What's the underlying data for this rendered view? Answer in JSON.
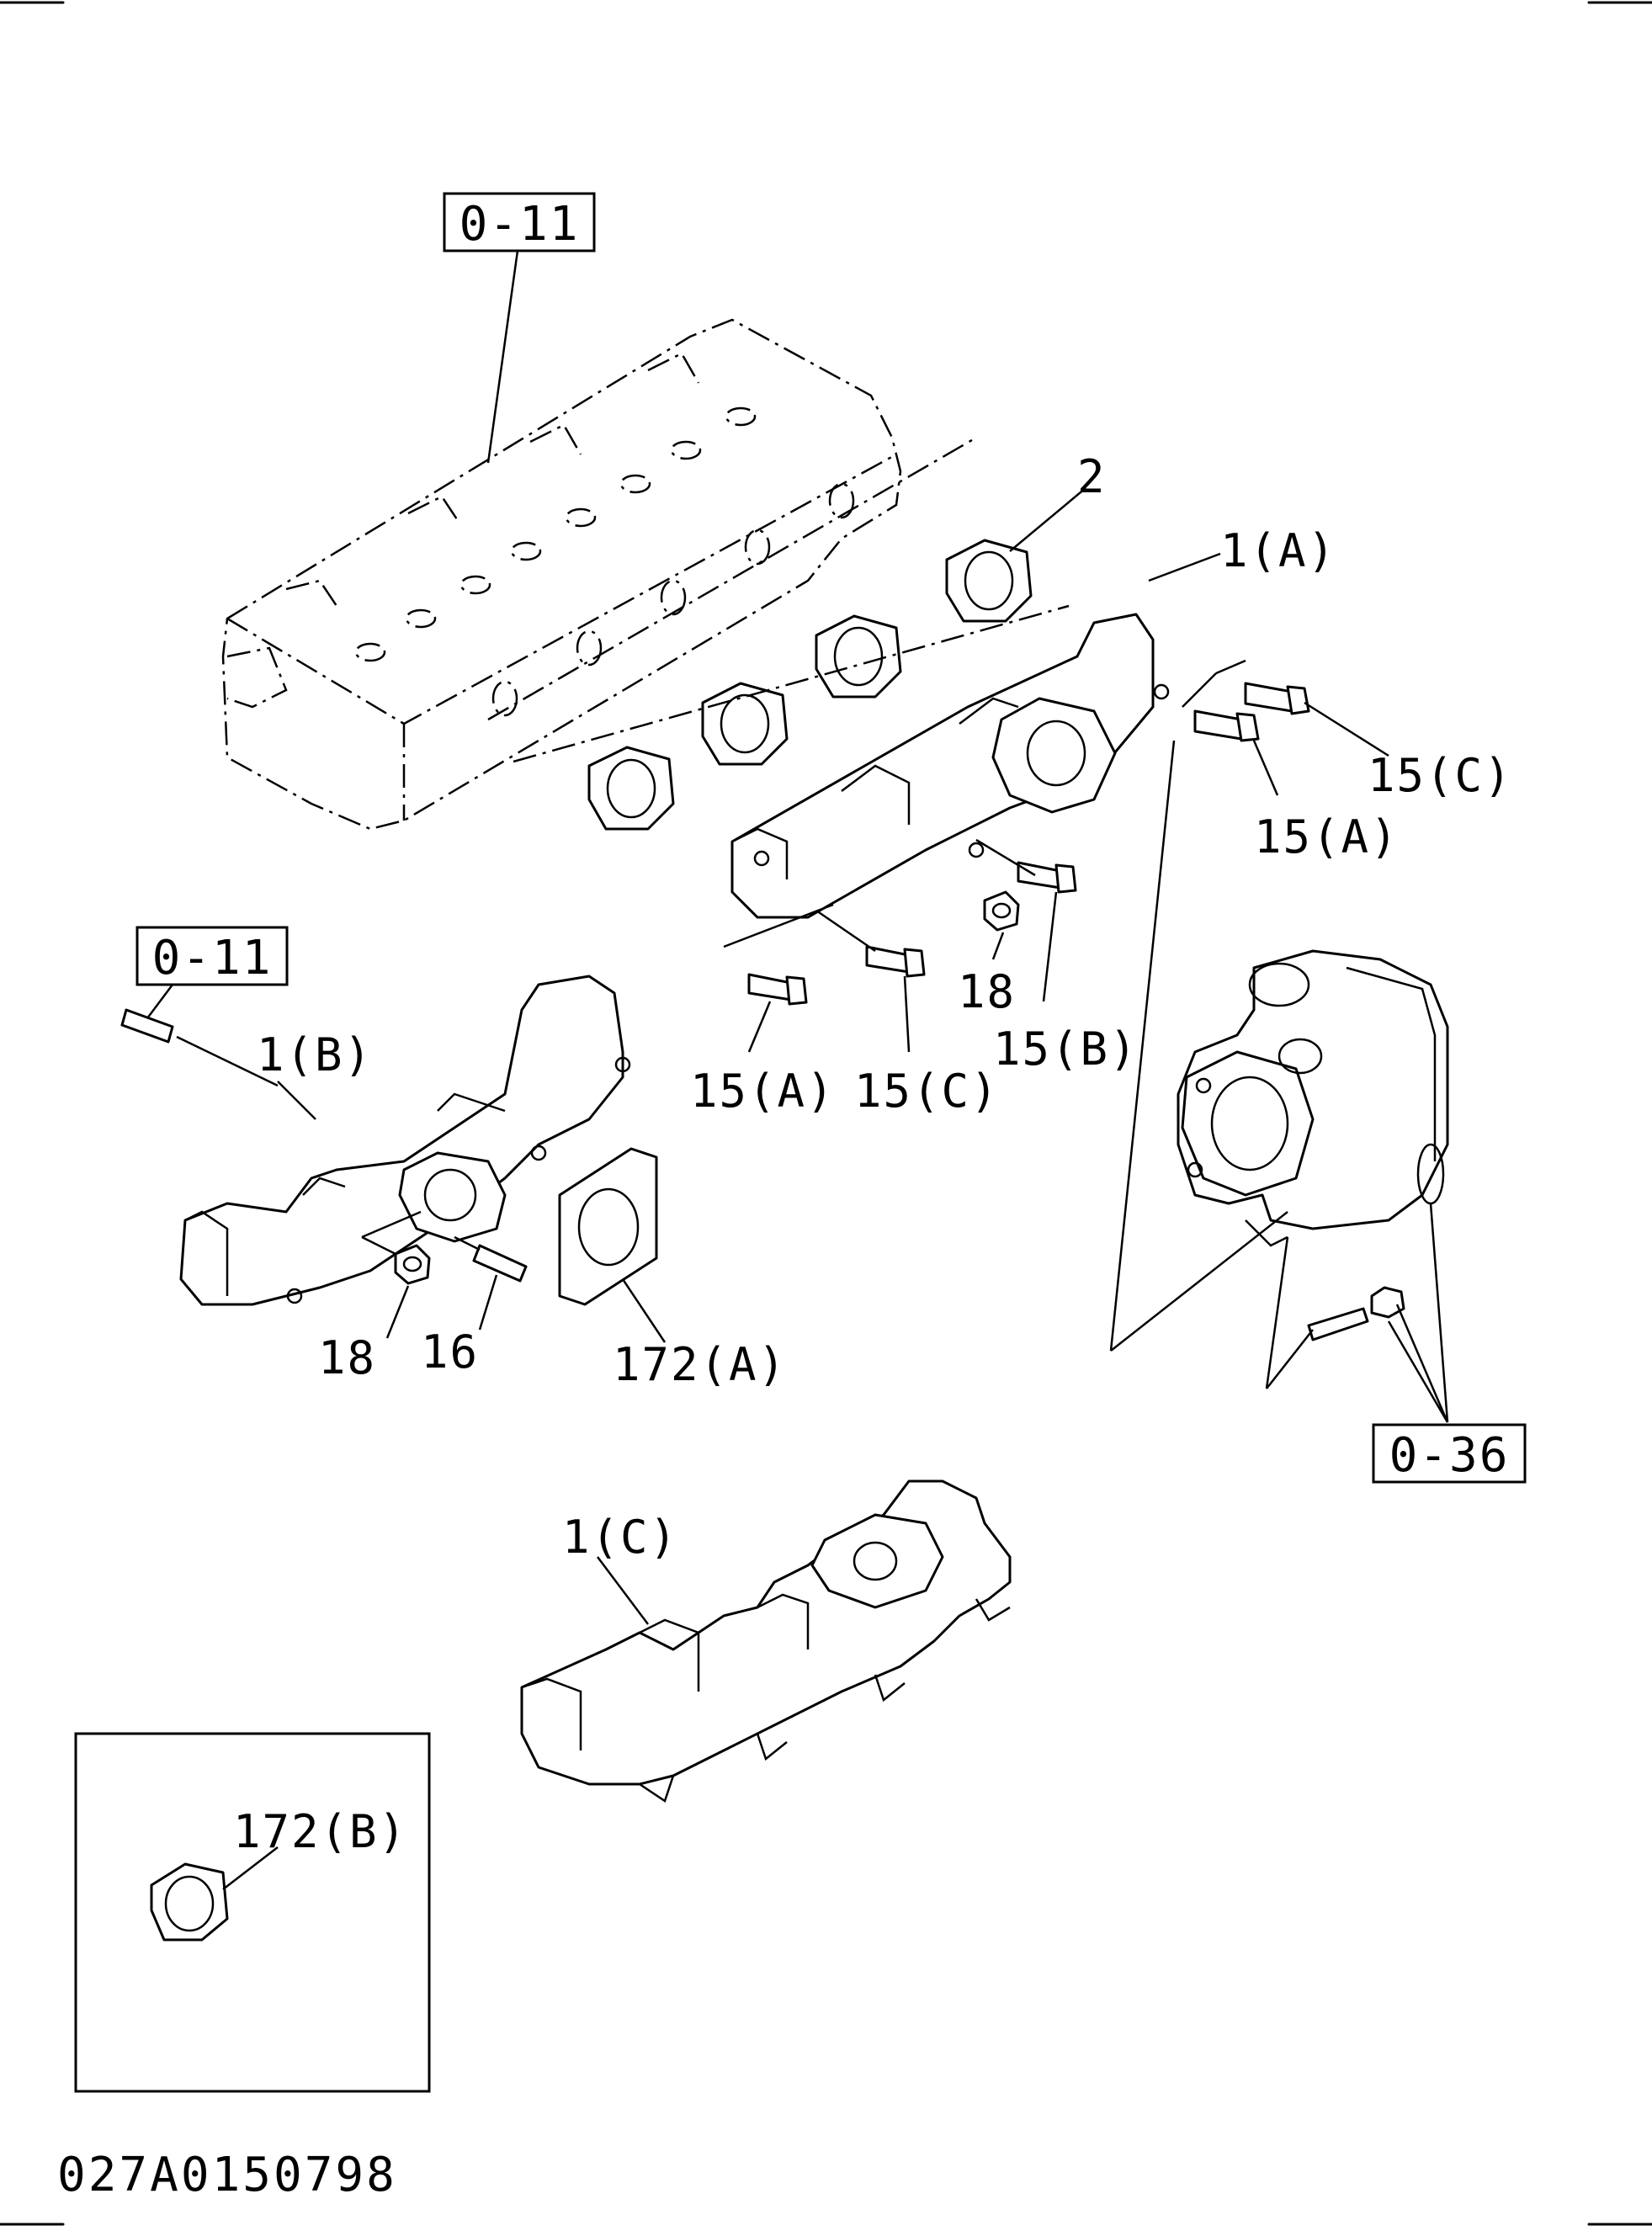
{
  "diagram": {
    "refs": {
      "ref_top": "0-11",
      "ref_left": "0-11",
      "ref_turbo": "0-36"
    },
    "labels": {
      "gasket": "2",
      "manifold_a": "1(A)",
      "manifold_b": "1(B)",
      "manifold_c": "1(C)",
      "bolt_15c_right": "15(C)",
      "bolt_15a_right": "15(A)",
      "nut_18_center": "18",
      "bolt_15b": "15(B)",
      "bolt_15a_bottom": "15(A)",
      "bolt_15c_bottom": "15(C)",
      "nut_18_left": "18",
      "stud_16": "16",
      "gasket_172a": "172(A)",
      "gasket_172b": "172(B)"
    },
    "drawing_code": "027A0150798"
  }
}
